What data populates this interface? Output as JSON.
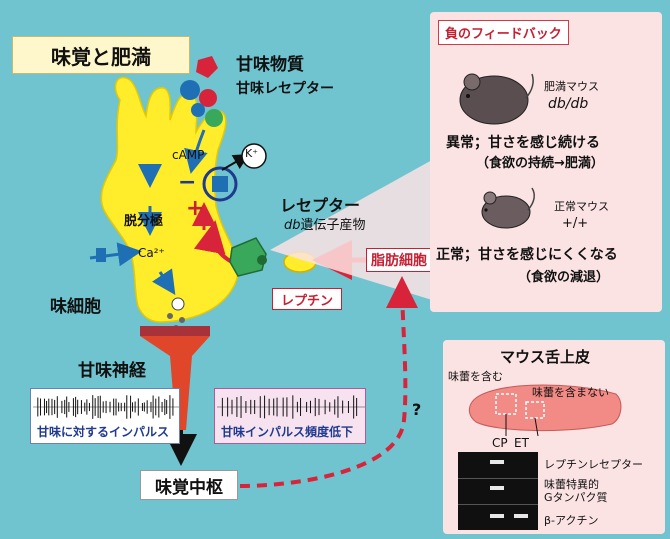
{
  "title": "味覚と肥満",
  "top_labels": {
    "sweet_substance": "甘味物質",
    "sweet_receptor": "甘味レセプター"
  },
  "cell_labels": {
    "camp": "cAMP",
    "potassium": "K⁺",
    "depolarization": "脱分極",
    "calcium": "Ca²⁺",
    "taste_cell": "味細胞",
    "plus_sign": "+",
    "minus_sign": "−"
  },
  "receptor": {
    "label": "レセプター",
    "sublabel_italic": "db",
    "sublabel_rest": "遺伝子産物"
  },
  "leptin": "レプチン",
  "fat_cell": "脂肪細胞",
  "feedback_panel": {
    "title": "負のフィードバック",
    "obese_mouse_label": "肥満マウス",
    "obese_genotype": "db/db",
    "abnormal_line": "異常；甘さを感じ続ける",
    "abnormal_sub": "（食欲の持続→肥満）",
    "normal_mouse_label": "正常マウス",
    "normal_genotype": "+/+",
    "normal_line": "正常；甘さを感じにくくなる",
    "normal_sub": "（食欲の減退）"
  },
  "sweet_nerve": "甘味神経",
  "impulse_normal": "甘味に対するインパルス",
  "impulse_reduced": "甘味インパルス頻度低下",
  "taste_center": "味覚中枢",
  "question_mark": "?",
  "tongue_panel": {
    "title": "マウス舌上皮",
    "with_buds": "味蕾を含む",
    "without_buds": "味蕾を含まない",
    "lane_cp": "CP",
    "lane_et": "ET",
    "bands": [
      {
        "label": "レプチンレセプター"
      },
      {
        "label": "味蕾特異的\nGタンパク質"
      },
      {
        "label": "β-アクチン"
      }
    ]
  },
  "colors": {
    "background": "#6fc4cf",
    "cell": "#ffec2a",
    "panel": "#fbe3e3",
    "accent_red": "#c62033",
    "receptor_green": "#3aa85a",
    "nerve_red": "#e0462a"
  }
}
